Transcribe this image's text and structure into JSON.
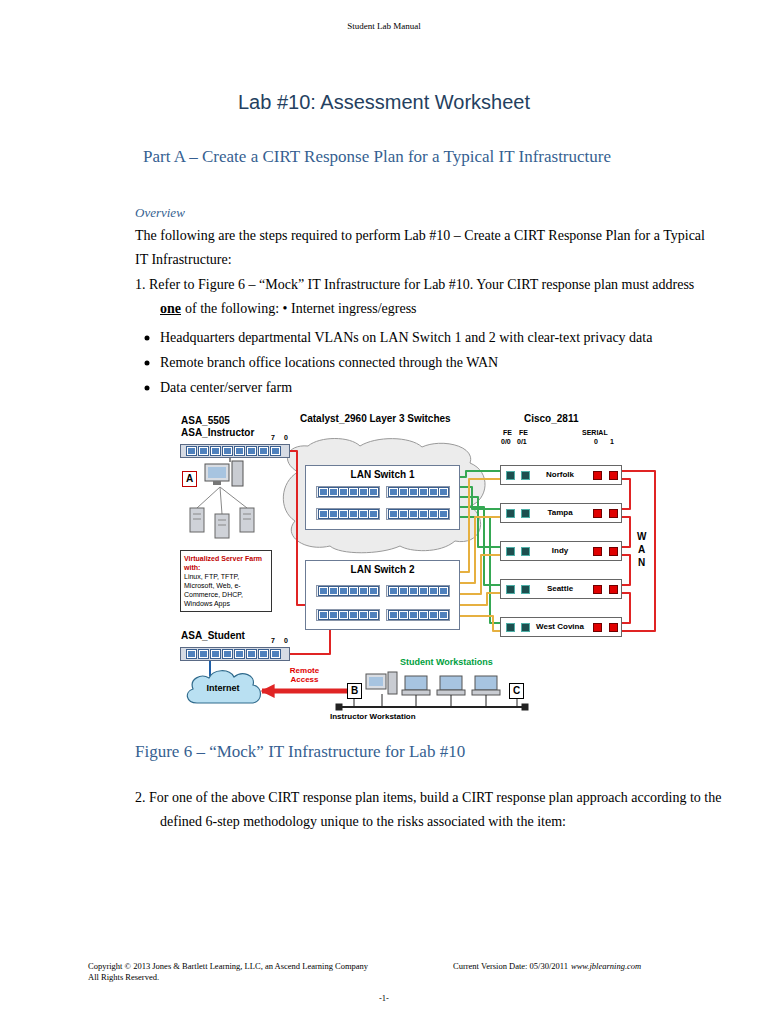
{
  "diagram": {
    "title": "Lab #10: Assessment Worksheet",
    "caption": "Figure 6 – “Mock” IT Infrastructure for Lab #10",
    "nodes": [
      {
        "text": [
          "ASA_5505 ASA_Instructor"
        ]
      },
      {
        "text": [
          "A"
        ]
      },
      {
        "text": [
          "Virtualized Server Farm with:",
          "Linux, FTP, TFTP, Microsoft, Web, e-Commerce, DHCP, Windows Apps"
        ]
      },
      {
        "text": [
          "LAN Switch 1"
        ]
      },
      {
        "text": [
          "LAN Switch 2"
        ]
      },
      {
        "text": [
          "Norfolk"
        ]
      },
      {
        "text": [
          "Tampa"
        ]
      },
      {
        "text": [
          "Indy"
        ]
      },
      {
        "text": [
          "Seattle"
        ]
      },
      {
        "text": [
          "West Covina"
        ]
      },
      {
        "text": [
          "ASA_Student"
        ]
      },
      {
        "text": [
          "Internet"
        ]
      },
      {
        "text": [
          "B"
        ]
      },
      {
        "text": [
          "C"
        ]
      }
    ],
    "edges": [
      {
        "from": 0,
        "to": 4,
        "arrow": "none"
      },
      {
        "from": 10,
        "to": 4,
        "arrow": "none"
      },
      {
        "from": 10,
        "to": 11,
        "arrow": "none"
      },
      {
        "from": 5,
        "to": 3,
        "arrow": "none"
      },
      {
        "from": 6,
        "to": 3,
        "arrow": "none"
      },
      {
        "from": 7,
        "to": 3,
        "arrow": "none"
      },
      {
        "from": 8,
        "to": 3,
        "arrow": "none"
      },
      {
        "from": 9,
        "to": 3,
        "arrow": "none"
      },
      {
        "from": 5,
        "to": 4,
        "arrow": "none"
      },
      {
        "from": 6,
        "to": 4,
        "arrow": "none"
      },
      {
        "from": 7,
        "to": 4,
        "arrow": "none"
      },
      {
        "from": 8,
        "to": 4,
        "arrow": "none"
      },
      {
        "from": 9,
        "to": 4,
        "arrow": "none"
      },
      {
        "from": 5,
        "to": 6,
        "arrow": "none"
      },
      {
        "from": 6,
        "to": 7,
        "arrow": "none"
      },
      {
        "from": 7,
        "to": 8,
        "arrow": "none"
      },
      {
        "from": 8,
        "to": 9,
        "arrow": "none"
      },
      {
        "from": 5,
        "to": 9,
        "arrow": "none"
      },
      {
        "from": 12,
        "to": 11,
        "arrow": "to",
        "label": "Remote Access"
      }
    ],
    "labels": [
      "Student Lab Manual",
      "Part A – Create a CIRT Response Plan for a Typical IT Infrastructure",
      "Overview",
      "The following are the steps required to perform Lab #10 – Create a CIRT Response Plan for a Typical IT Infrastructure:",
      "1. Refer to Figure 6 – “Mock” IT Infrastructure for Lab #10. Your CIRT response plan must address",
      "one",
      "of the following: • Internet ingress/egress",
      "Headquarters departmental VLANs on LAN Switch 1 and 2 with clear-text privacy data",
      "Remote branch office locations connected through the WAN",
      "Data center/server farm",
      "Catalyst_2960 Layer 3 Switches",
      "Cisco_2811",
      "FE",
      "FE",
      "0/0",
      "0/1",
      "SERIAL",
      "0",
      "1",
      "7",
      "0",
      "7",
      "0",
      "W A N",
      "Student Workstations",
      "Instructor Workstation",
      "2. For one of the above CIRT response plan items, build a CIRT response plan approach according to the defined 6-step methodology unique to the risks associated with the item:",
      "Copyright © 2013 Jones & Bartlett Learning, LLC, an Ascend Learning Company",
      "All Rights Reserved.",
      "Current Version Date: 05/30/2011",
      "www.jblearning.com",
      "-1-"
    ]
  }
}
